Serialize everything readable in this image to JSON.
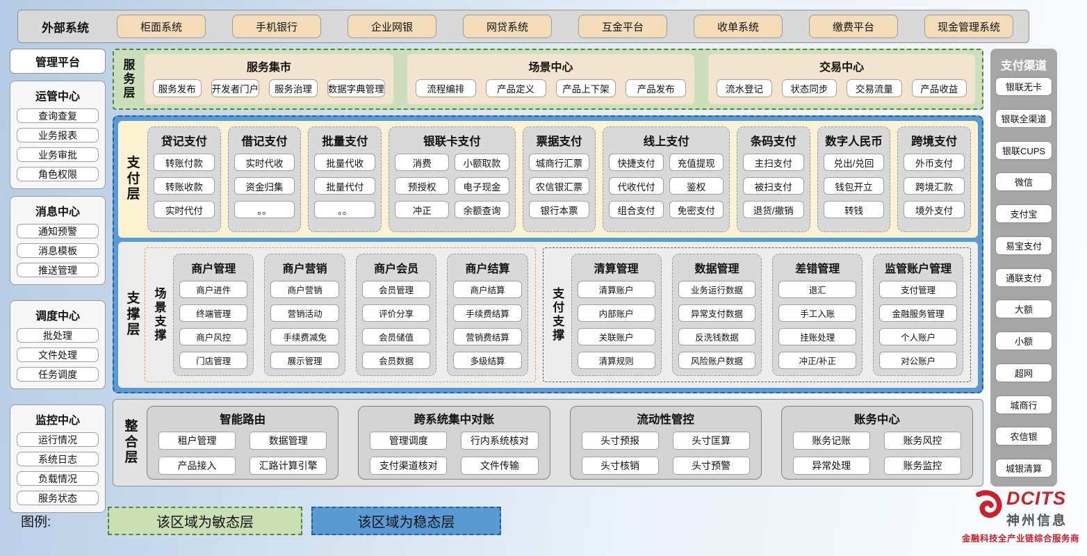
{
  "external": {
    "title": "外部系统",
    "items": [
      "柜面系统",
      "手机银行",
      "企业网银",
      "网贷系统",
      "互金平台",
      "收单系统",
      "缴费平台",
      "现金管理系统"
    ]
  },
  "management": {
    "title": "管理平台",
    "groups": [
      {
        "title": "运管中心",
        "items": [
          "查询查复",
          "业务报表",
          "业务审批",
          "角色权限"
        ]
      },
      {
        "title": "消息中心",
        "items": [
          "通知预警",
          "消息模板",
          "推送管理"
        ]
      },
      {
        "title": "调度中心",
        "items": [
          "批处理",
          "文件处理",
          "任务调度"
        ]
      },
      {
        "title": "监控中心",
        "items": [
          "运行情况",
          "系统日志",
          "负载情况",
          "服务状态"
        ]
      }
    ]
  },
  "service_layer": {
    "label": "服务层",
    "groups": [
      {
        "title": "服务集市",
        "items": [
          "服务发布",
          "开发者门户",
          "服务治理",
          "数据字典管理"
        ]
      },
      {
        "title": "场景中心",
        "items": [
          "流程编排",
          "产品定义",
          "产品上下架",
          "产品发布"
        ]
      },
      {
        "title": "交易中心",
        "items": [
          "流水登记",
          "状态同步",
          "交易流量",
          "产品收益"
        ]
      }
    ]
  },
  "payment_layer": {
    "label": "支付层",
    "columns": [
      {
        "title": "贷记支付",
        "w": "1",
        "items": [
          "转账付款",
          "转账收款",
          "实时代付"
        ]
      },
      {
        "title": "借记支付",
        "w": "1",
        "items": [
          "实时代收",
          "资金归集",
          "。。"
        ]
      },
      {
        "title": "批量支付",
        "w": "1",
        "items": [
          "批量代收",
          "批量代付",
          "。。"
        ]
      },
      {
        "title": "银联卡支付",
        "w": "2",
        "items": [
          "消费",
          "小额取款",
          "预授权",
          "电子现金",
          "冲正",
          "余额查询"
        ]
      },
      {
        "title": "票据支付",
        "w": "1",
        "items": [
          "城商行汇票",
          "农信银汇票",
          "银行本票"
        ]
      },
      {
        "title": "线上支付",
        "w": "2",
        "items": [
          "快捷支付",
          "充值提现",
          "代收代付",
          "鉴权",
          "组合支付",
          "免密支付"
        ]
      },
      {
        "title": "条码支付",
        "w": "1",
        "items": [
          "主扫支付",
          "被扫支付",
          "退货/撤销"
        ]
      },
      {
        "title": "数字人民币",
        "w": "1",
        "items": [
          "兑出/兑回",
          "钱包开立",
          "转钱"
        ]
      },
      {
        "title": "跨境支付",
        "w": "1",
        "items": [
          "外币支付",
          "跨境汇款",
          "境外支付"
        ]
      }
    ]
  },
  "support_layer": {
    "label": "支撑层",
    "sections": [
      {
        "label": "场景支撑",
        "style": "orange",
        "columns": [
          {
            "title": "商户管理",
            "items": [
              "商户进件",
              "终端管理",
              "商户风控",
              "门店管理"
            ]
          },
          {
            "title": "商户营销",
            "items": [
              "商户营销",
              "营销活动",
              "手续费减免",
              "展示管理"
            ]
          },
          {
            "title": "商户会员",
            "items": [
              "会员管理",
              "评价分享",
              "会员储值",
              "会员数据"
            ]
          },
          {
            "title": "商户结算",
            "items": [
              "商户结算",
              "手续费结算",
              "营销费结算",
              "多级结算"
            ]
          }
        ]
      },
      {
        "label": "支付支撑",
        "style": "dark",
        "columns": [
          {
            "title": "清算管理",
            "items": [
              "清算账户",
              "内部账户",
              "关联账户",
              "清算规则"
            ]
          },
          {
            "title": "数据管理",
            "items": [
              "业务运行数据",
              "异常支付数据",
              "反洗钱数据",
              "风险账户数据"
            ]
          },
          {
            "title": "差错管理",
            "items": [
              "退汇",
              "手工入账",
              "挂账处理",
              "冲正/补正"
            ]
          },
          {
            "title": "监管账户管理",
            "items": [
              "支付管理",
              "金融服务管理",
              "个人账户",
              "对公账户"
            ]
          }
        ]
      }
    ]
  },
  "integration_layer": {
    "label": "整合层",
    "groups": [
      {
        "title": "智能路由",
        "items": [
          "租户管理",
          "数据管理",
          "产品接入",
          "汇路计算引擎"
        ]
      },
      {
        "title": "跨系统集中对账",
        "items": [
          "管理调度",
          "行内系统核对",
          "支付渠道核对",
          "文件传输"
        ]
      },
      {
        "title": "流动性管控",
        "items": [
          "头寸预报",
          "头寸匡算",
          "头寸核销",
          "头寸预警"
        ]
      },
      {
        "title": "账务中心",
        "items": [
          "账务记账",
          "账务风控",
          "异常处理",
          "账务监控"
        ]
      }
    ]
  },
  "channels": {
    "title": "支付渠道",
    "items": [
      "银联无卡",
      "银联全渠道",
      "银联CUPS",
      "微信",
      "支付宝",
      "易宝支付",
      "通联支付",
      "大额",
      "小额",
      "超网",
      "城商行",
      "农信银",
      "城银清算"
    ]
  },
  "legend": {
    "label": "图例:",
    "agile": "该区域为敏态层",
    "stable": "该区域为稳态层"
  },
  "logo": {
    "brand": "DCITS",
    "name": "神州信息",
    "tagline": "金融科技全产业链综合服务商"
  },
  "colors": {
    "stable_blue": "#5b9bd5",
    "agile_green": "#c9e0b4",
    "cream": "#fbf1d3",
    "panel_gray": "#d9d9d9",
    "channel_gray": "#a6a6a6",
    "tan_button": "#f5dcb9",
    "brand_red": "#c8232c"
  }
}
